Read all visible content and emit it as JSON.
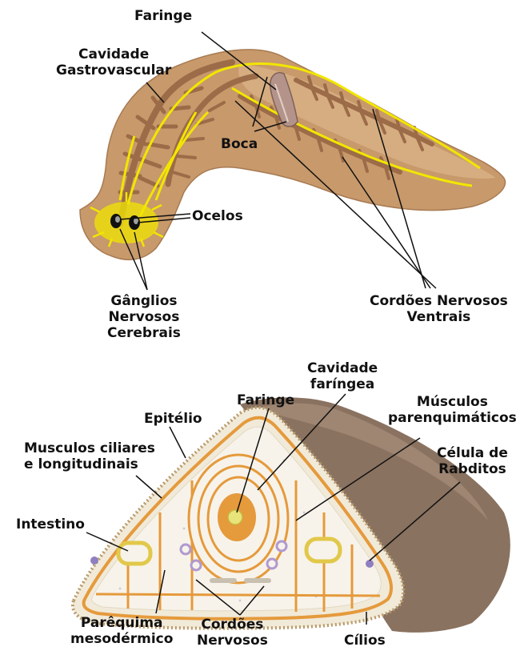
{
  "top_diagram": {
    "labels": {
      "faringe": "Faringe",
      "cavidade": "Cavidade\nGastrovascular",
      "boca": "Boca",
      "ocelos": "Ocelos",
      "ganglios": "Gânglios\nNervosos\nCerebrais",
      "cordoes_ventrais": "Cordões Nervosos\nVentrais"
    }
  },
  "bottom_diagram": {
    "labels": {
      "cavidade_faringea": "Cavidade\nfaríngea",
      "faringe": "Faringe",
      "musculos_parenquimaticos": "Músculos\nparenquimáticos",
      "epitelio": "Epitélio",
      "musculos_ciliares": "Musculos ciliares\ne longitudinais",
      "celula_rabditos": "Célula de\nRabditos",
      "intestino": "Intestino",
      "parequima": "Parêquima\nmesodérmico",
      "cordoes_nervosos": "Cordões\nNervosos",
      "cilios": "Cílios"
    }
  },
  "colors": {
    "body_tan": "#c7996b",
    "body_light": "#e0bb8f",
    "gut_brown": "#9c6b48",
    "nerve_yellow": "#f2e600",
    "muscle_orange": "#e59a3c",
    "side_brown": "#8a7260",
    "parenchyma": "#f7f3ea",
    "dot_purple": "#8f7fc0",
    "line": "#111111"
  }
}
